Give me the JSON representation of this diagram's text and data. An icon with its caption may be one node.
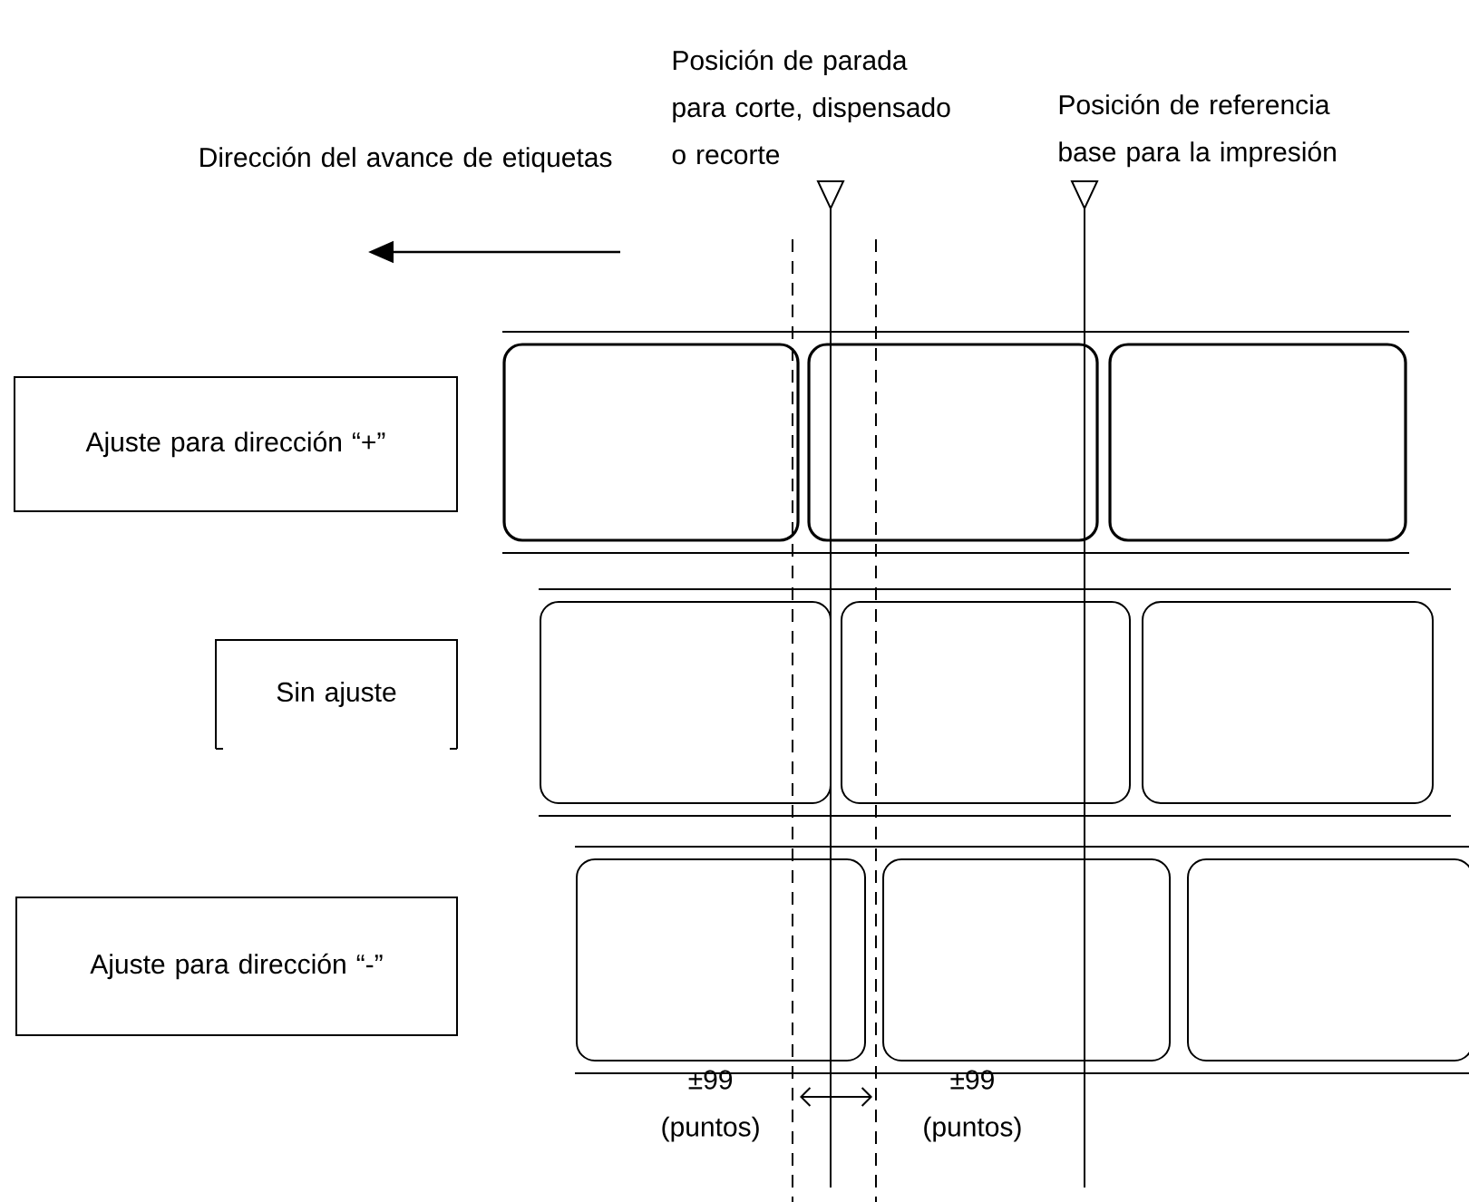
{
  "diagram": {
    "nodes": [
      {
        "text": [
          "Ajuste para dirección “+”"
        ]
      },
      {
        "text": [
          "Sin ajuste"
        ]
      },
      {
        "text": [
          "Ajuste para dirección “-”"
        ]
      }
    ],
    "labels": [
      "Dirección del avance de etiquetas",
      "Posición de parada para corte, dispensado o recorte",
      "Posición de referencia base para la impresión",
      "±99 (puntos)",
      "±99 (puntos)"
    ]
  }
}
